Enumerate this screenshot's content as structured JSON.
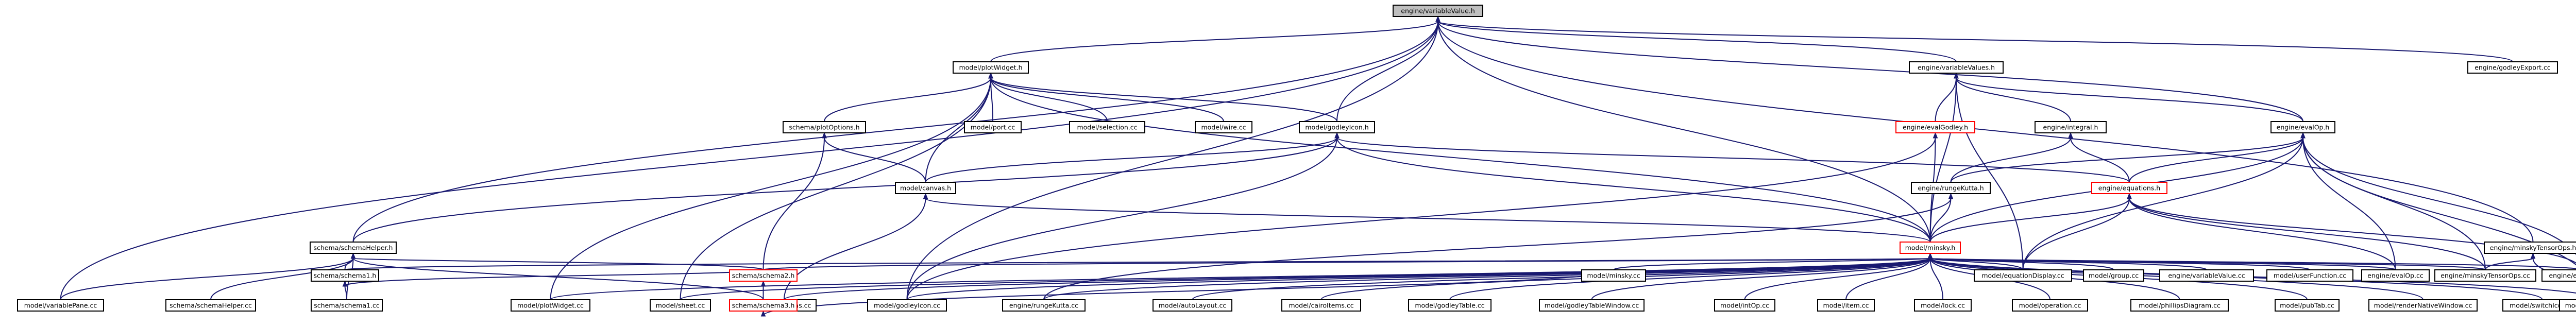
{
  "colors": {
    "edge": "#191970",
    "border_normal": "#000000",
    "border_highlight": "#ff0000",
    "fill_root": "#bfbfbf",
    "fill_normal": "#ffffff",
    "text": "#000000"
  },
  "nodes": [
    {
      "id": "n0",
      "label": "engine/variableValue.h",
      "kind": "root"
    },
    {
      "id": "n1",
      "label": "model/plotWidget.h",
      "kind": "normal"
    },
    {
      "id": "n2",
      "label": "engine/variableValues.h",
      "kind": "normal"
    },
    {
      "id": "n3",
      "label": "engine/godleyExport.cc",
      "kind": "normal"
    },
    {
      "id": "n4",
      "label": "schema/plotOptions.h",
      "kind": "normal"
    },
    {
      "id": "n5",
      "label": "model/port.cc",
      "kind": "normal"
    },
    {
      "id": "n6",
      "label": "model/selection.cc",
      "kind": "normal"
    },
    {
      "id": "n7",
      "label": "model/wire.cc",
      "kind": "normal"
    },
    {
      "id": "n8",
      "label": "model/godleyIcon.h",
      "kind": "normal"
    },
    {
      "id": "n9",
      "label": "engine/evalGodley.h",
      "kind": "highlight"
    },
    {
      "id": "n10",
      "label": "engine/integral.h",
      "kind": "normal"
    },
    {
      "id": "n11",
      "label": "engine/evalOp.h",
      "kind": "normal"
    },
    {
      "id": "n12",
      "label": "model/canvas.h",
      "kind": "normal"
    },
    {
      "id": "n13",
      "label": "engine/rungeKutta.h",
      "kind": "normal"
    },
    {
      "id": "n14",
      "label": "engine/equations.h",
      "kind": "highlight"
    },
    {
      "id": "n15",
      "label": "schema/schemaHelper.h",
      "kind": "normal"
    },
    {
      "id": "n16",
      "label": "model/minsky.h",
      "kind": "highlight"
    },
    {
      "id": "n17",
      "label": "engine/minskyTensorOps.h",
      "kind": "normal"
    },
    {
      "id": "n18",
      "label": "model/variablePane.cc",
      "kind": "normal"
    },
    {
      "id": "n19",
      "label": "schema/schemaHelper.cc",
      "kind": "normal"
    },
    {
      "id": "n20",
      "label": "schema/schema1.h",
      "kind": "normal"
    },
    {
      "id": "n21",
      "label": "model/plotWidget.cc",
      "kind": "normal"
    },
    {
      "id": "n22",
      "label": "model/sheet.cc",
      "kind": "normal"
    },
    {
      "id": "n23",
      "label": "model/canvas.cc",
      "kind": "normal"
    },
    {
      "id": "n24",
      "label": "model/godleyIcon.cc",
      "kind": "normal"
    },
    {
      "id": "n25",
      "label": "engine/rungeKutta.cc",
      "kind": "normal"
    },
    {
      "id": "n26",
      "label": "model/autoLayout.cc",
      "kind": "normal"
    },
    {
      "id": "n27",
      "label": "model/cairoItems.cc",
      "kind": "normal"
    },
    {
      "id": "n28",
      "label": "model/godleyTable.cc",
      "kind": "normal"
    },
    {
      "id": "n29",
      "label": "model/godleyTableWindow.cc",
      "kind": "normal"
    },
    {
      "id": "n30",
      "label": "model/intOp.cc",
      "kind": "normal"
    },
    {
      "id": "n31",
      "label": "model/item.cc",
      "kind": "normal"
    },
    {
      "id": "n32",
      "label": "model/lock.cc",
      "kind": "normal"
    },
    {
      "id": "n33",
      "label": "model/operation.cc",
      "kind": "normal"
    },
    {
      "id": "n34",
      "label": "model/phillipsDiagram.cc",
      "kind": "normal"
    },
    {
      "id": "n35",
      "label": "model/pubTab.cc",
      "kind": "normal"
    },
    {
      "id": "n36",
      "label": "model/renderNativeWindow.cc",
      "kind": "normal"
    },
    {
      "id": "n37",
      "label": "model/switchIcon.cc",
      "kind": "normal"
    },
    {
      "id": "n38",
      "label": "model/equationDisplay.cc",
      "kind": "normal"
    },
    {
      "id": "n39",
      "label": "model/group.cc",
      "kind": "normal"
    },
    {
      "id": "n40",
      "label": "engine/variableValue.cc",
      "kind": "normal"
    },
    {
      "id": "n41",
      "label": "model/userFunction.cc",
      "kind": "normal"
    },
    {
      "id": "n42",
      "label": "engine/evalOp.cc",
      "kind": "normal"
    },
    {
      "id": "n43",
      "label": "engine/minskyTensorOps.cc",
      "kind": "normal"
    },
    {
      "id": "n44",
      "label": "engine/equations.cc",
      "kind": "normal"
    },
    {
      "id": "n45",
      "label": "model/ravelWrap.cc",
      "kind": "normal"
    },
    {
      "id": "n46",
      "label": "schema/schema1.cc",
      "kind": "normal"
    },
    {
      "id": "n47",
      "label": "schema/schema2.h",
      "kind": "highlight"
    },
    {
      "id": "n48",
      "label": "schema/schema3.h",
      "kind": "highlight"
    },
    {
      "id": "n49",
      "label": "model/minsky.cc",
      "kind": "normal"
    }
  ],
  "edges": [
    [
      "n1",
      "n0"
    ],
    [
      "n2",
      "n0"
    ],
    [
      "n3",
      "n0"
    ],
    [
      "n8",
      "n0"
    ],
    [
      "n11",
      "n0"
    ],
    [
      "n15",
      "n0"
    ],
    [
      "n16",
      "n0"
    ],
    [
      "n17",
      "n0"
    ],
    [
      "n18",
      "n0"
    ],
    [
      "n24",
      "n0"
    ],
    [
      "n4",
      "n1"
    ],
    [
      "n5",
      "n1"
    ],
    [
      "n6",
      "n1"
    ],
    [
      "n7",
      "n1"
    ],
    [
      "n8",
      "n1"
    ],
    [
      "n12",
      "n1"
    ],
    [
      "n16",
      "n1"
    ],
    [
      "n21",
      "n1"
    ],
    [
      "n22",
      "n1"
    ],
    [
      "n9",
      "n2"
    ],
    [
      "n10",
      "n2"
    ],
    [
      "n11",
      "n2"
    ],
    [
      "n16",
      "n2"
    ],
    [
      "n38",
      "n2"
    ],
    [
      "n12",
      "n4"
    ],
    [
      "n47",
      "n4"
    ],
    [
      "n12",
      "n8"
    ],
    [
      "n14",
      "n8"
    ],
    [
      "n15",
      "n8"
    ],
    [
      "n16",
      "n8"
    ],
    [
      "n24",
      "n8"
    ],
    [
      "n16",
      "n9"
    ],
    [
      "n24",
      "n9"
    ],
    [
      "n13",
      "n10"
    ],
    [
      "n14",
      "n10"
    ],
    [
      "n13",
      "n11"
    ],
    [
      "n14",
      "n11"
    ],
    [
      "n16",
      "n11"
    ],
    [
      "n38",
      "n11"
    ],
    [
      "n42",
      "n11"
    ],
    [
      "n43",
      "n11"
    ],
    [
      "n44",
      "n11"
    ],
    [
      "n45",
      "n11"
    ],
    [
      "n16",
      "n12"
    ],
    [
      "n23",
      "n12"
    ],
    [
      "n16",
      "n13"
    ],
    [
      "n25",
      "n13"
    ],
    [
      "n16",
      "n14"
    ],
    [
      "n38",
      "n14"
    ],
    [
      "n42",
      "n14"
    ],
    [
      "n43",
      "n14"
    ],
    [
      "n44",
      "n14"
    ],
    [
      "n18",
      "n15"
    ],
    [
      "n19",
      "n15"
    ],
    [
      "n20",
      "n15"
    ],
    [
      "n46",
      "n15"
    ],
    [
      "n47",
      "n15"
    ],
    [
      "n48",
      "n15"
    ],
    [
      "n43",
      "n17"
    ],
    [
      "n45",
      "n17"
    ],
    [
      "n20",
      "n16"
    ],
    [
      "n21",
      "n16"
    ],
    [
      "n22",
      "n16"
    ],
    [
      "n23",
      "n16"
    ],
    [
      "n24",
      "n16"
    ],
    [
      "n25",
      "n16"
    ],
    [
      "n26",
      "n16"
    ],
    [
      "n27",
      "n16"
    ],
    [
      "n28",
      "n16"
    ],
    [
      "n29",
      "n16"
    ],
    [
      "n30",
      "n16"
    ],
    [
      "n31",
      "n16"
    ],
    [
      "n32",
      "n16"
    ],
    [
      "n33",
      "n16"
    ],
    [
      "n34",
      "n16"
    ],
    [
      "n35",
      "n16"
    ],
    [
      "n36",
      "n16"
    ],
    [
      "n37",
      "n16"
    ],
    [
      "n38",
      "n16"
    ],
    [
      "n39",
      "n16"
    ],
    [
      "n40",
      "n16"
    ],
    [
      "n41",
      "n16"
    ],
    [
      "n42",
      "n16"
    ],
    [
      "n43",
      "n16"
    ],
    [
      "n44",
      "n16"
    ],
    [
      "n45",
      "n16"
    ],
    [
      "n47",
      "n16"
    ],
    [
      "n49",
      "n16"
    ],
    [
      "n46",
      "n20"
    ],
    [
      "n47",
      "n20"
    ],
    [
      "n48",
      "n47"
    ],
    [
      "n49",
      "n48"
    ]
  ]
}
